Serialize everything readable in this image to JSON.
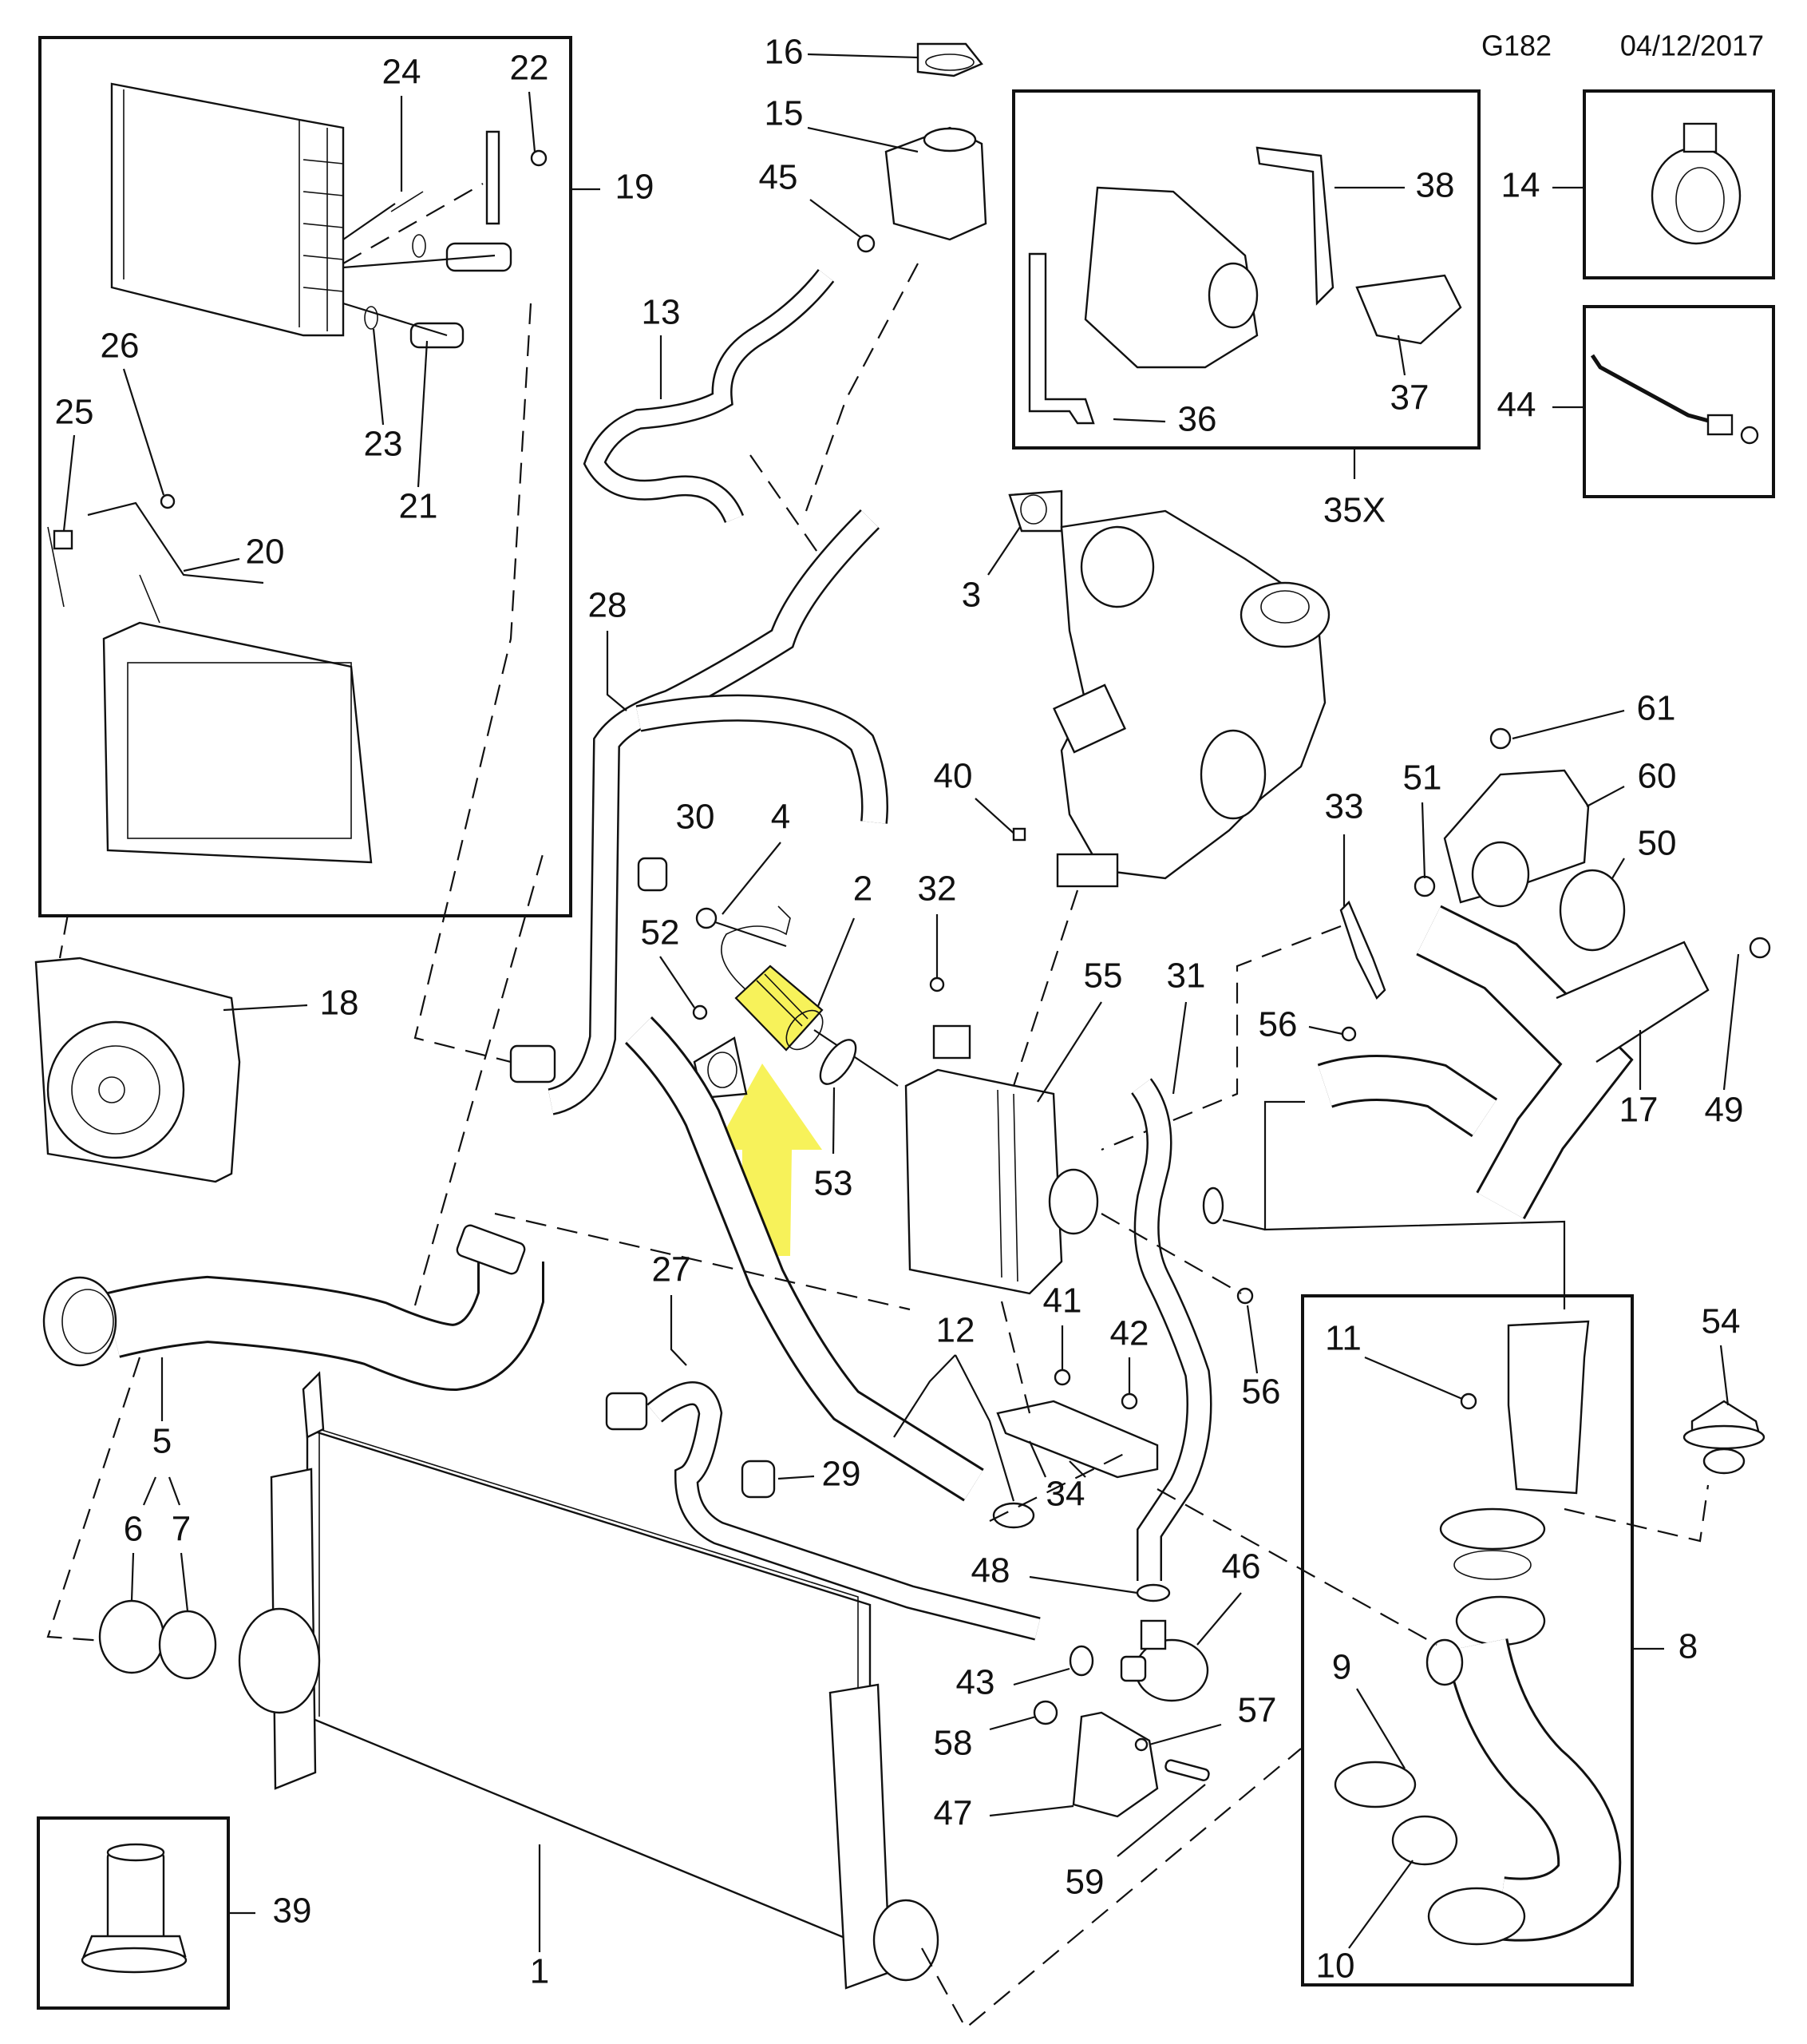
{
  "header": {
    "diagram_code": "G182",
    "date": "04/12/2017"
  },
  "highlight": {
    "part_number": "2",
    "color": "#F7F25A",
    "arrow_color": "#F7F25A",
    "arrow_direction": "up"
  },
  "callouts": {
    "p1": "1",
    "p2": "2",
    "p3": "3",
    "p4": "4",
    "p5": "5",
    "p6": "6",
    "p7": "7",
    "p8": "8",
    "p9": "9",
    "p10": "10",
    "p11": "11",
    "p12": "12",
    "p13": "13",
    "p14": "14",
    "p15": "15",
    "p16": "16",
    "p17": "17",
    "p18": "18",
    "p19": "19",
    "p20": "20",
    "p21": "21",
    "p22": "22",
    "p23": "23",
    "p24": "24",
    "p25": "25",
    "p26": "26",
    "p27": "27",
    "p28": "28",
    "p29": "29",
    "p30": "30",
    "p31": "31",
    "p32": "32",
    "p33": "33",
    "p35x": "35X",
    "p34": "34",
    "p36": "36",
    "p37": "37",
    "p38": "38",
    "p39": "39",
    "p40": "40",
    "p41": "41",
    "p42": "42",
    "p43": "43",
    "p44": "44",
    "p45": "45",
    "p46": "46",
    "p47": "47",
    "p48": "48",
    "p49": "49",
    "p50": "50",
    "p51": "51",
    "p52": "52",
    "p53": "53",
    "p54": "54",
    "p55": "55",
    "p56a": "56",
    "p56b": "56",
    "p57": "57",
    "p58": "58",
    "p59": "59",
    "p60": "60",
    "p61": "61"
  },
  "groups": {
    "heater_core_box": "19",
    "intercooler_kit_box": "35X",
    "clamp_box": "14",
    "cable_tie_box": "44",
    "intake_pipe_box": "8",
    "nut_box": "39"
  }
}
